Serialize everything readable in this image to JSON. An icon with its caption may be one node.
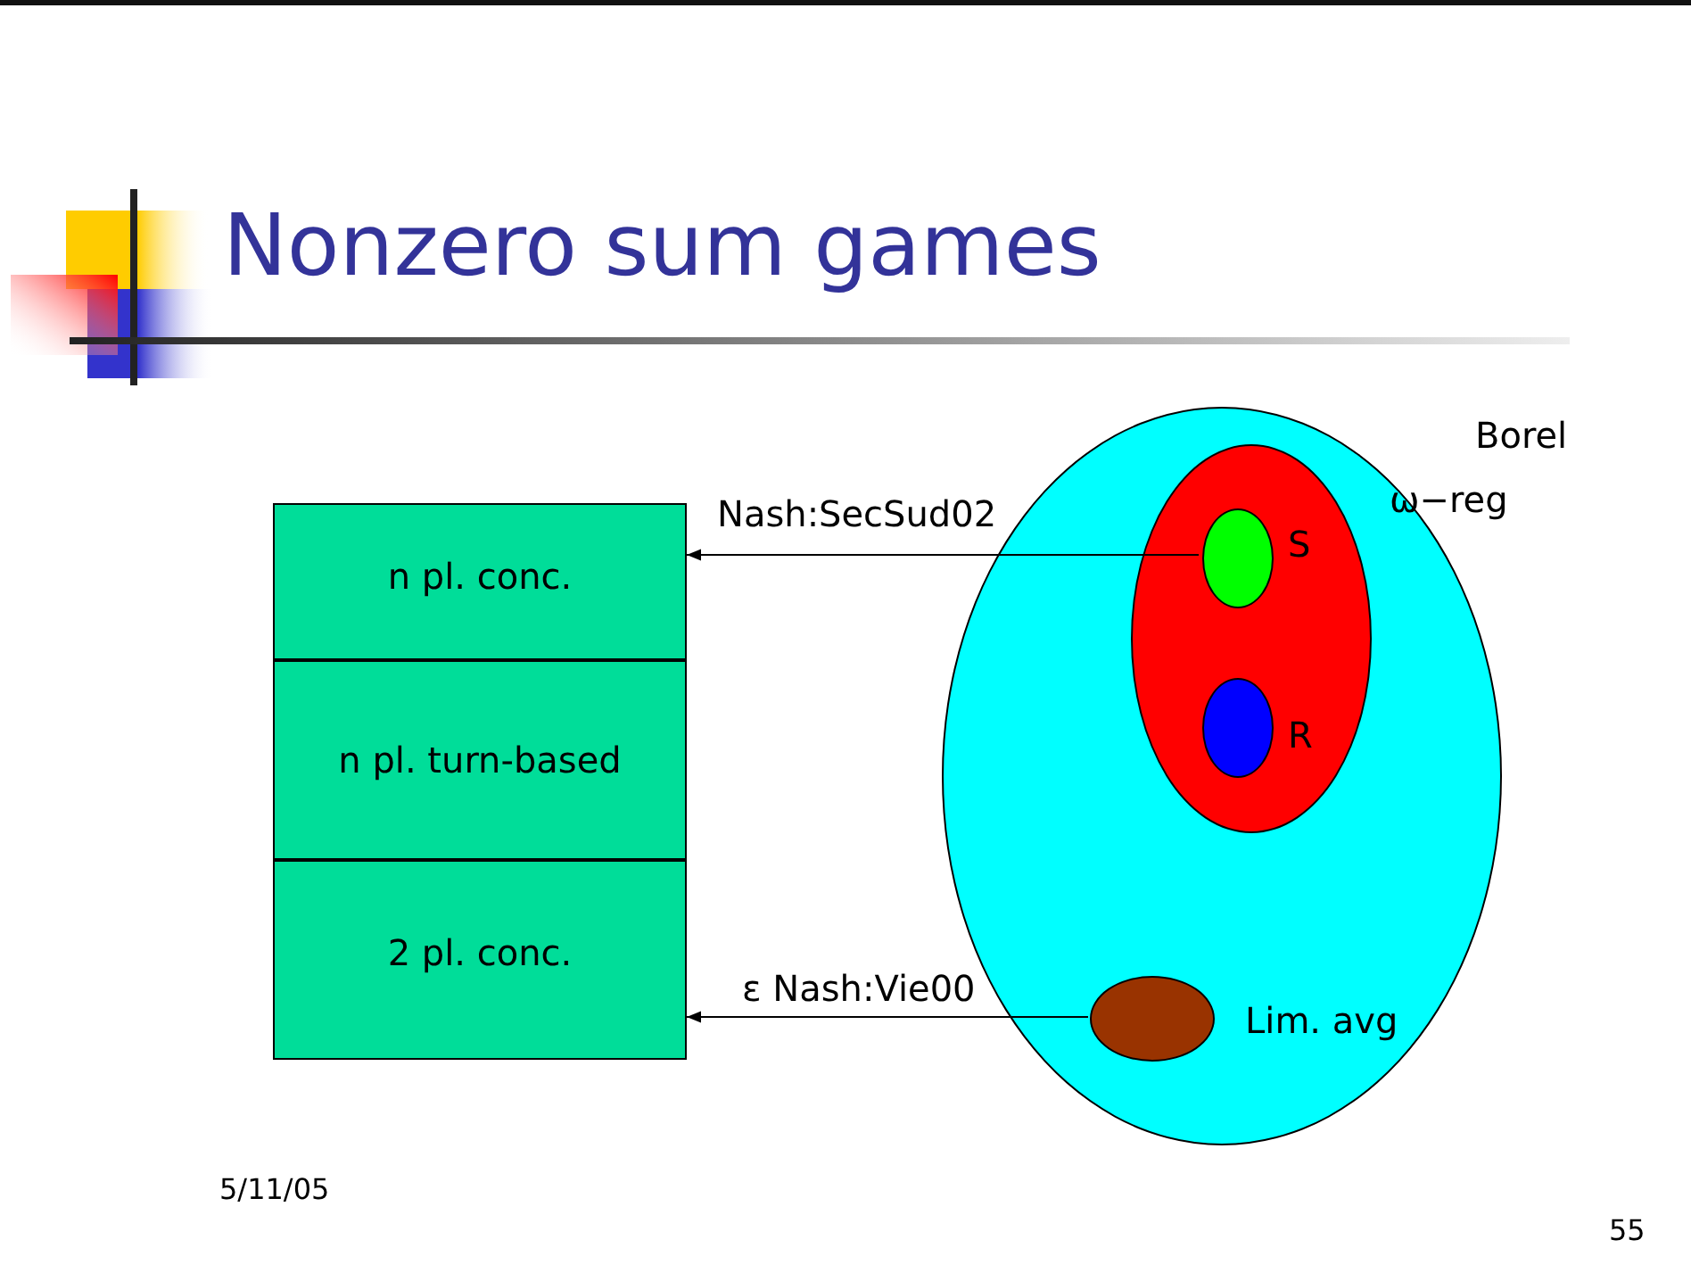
{
  "diagram": {
    "title": "Nonzero sum games",
    "nodes": [
      {
        "text": [
          "n pl. conc."
        ]
      },
      {
        "text": [
          "n pl. turn-based"
        ]
      },
      {
        "text": [
          "2 pl. conc."
        ]
      },
      {
        "text": [
          "Borel"
        ]
      },
      {
        "text": [
          "ω−reg"
        ],
        "in": 3
      },
      {
        "text": [],
        "shape": "circle",
        "beside": [
          "S"
        ],
        "in": 4
      },
      {
        "text": [],
        "shape": "circle",
        "beside": [
          "R"
        ],
        "in": 4
      },
      {
        "text": [],
        "shape": "circle",
        "beside": [
          "Lim. avg"
        ],
        "in": 3
      }
    ],
    "edges": [
      {
        "from": 5,
        "to": 0,
        "arrow": "to",
        "label": "Nash:SecSud02"
      },
      {
        "from": 7,
        "to": 2,
        "arrow": "to",
        "label": "ε Nash:Vie00"
      }
    ],
    "labels": [
      "5/11/05",
      "55"
    ]
  }
}
